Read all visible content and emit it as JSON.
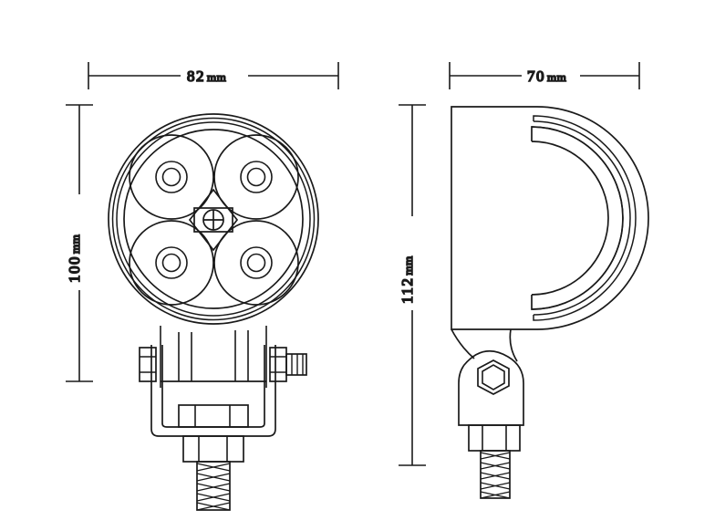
{
  "drawing": {
    "title": "LED work lamp technical drawing",
    "background_color": "#ffffff",
    "line_color": "#1a1a1a",
    "views": [
      {
        "name": "front-view",
        "label": "front view of round 4-LED work lamp",
        "width_dimension": "82mm",
        "height_dimension": "100mm",
        "led_count": 4
      },
      {
        "name": "side-view",
        "label": "side view of round 4-LED work lamp",
        "width_dimension": "70mm",
        "height_dimension": "112mm"
      }
    ]
  },
  "dimensions": {
    "front_width": {
      "value": "82",
      "unit": "mm",
      "text": "82mm"
    },
    "front_height": {
      "value": "100",
      "unit": "mm",
      "text": "100mm"
    },
    "side_width": {
      "value": "70",
      "unit": "mm",
      "text": "70mm"
    },
    "side_height": {
      "value": "112",
      "unit": "mm",
      "text": "112mm"
    }
  },
  "labels": {
    "front_width_num": "82",
    "front_width_unit": "mm",
    "front_height_num": "100",
    "front_height_unit": "mm",
    "side_width_num": "70",
    "side_width_unit": "mm",
    "side_height_num": "112",
    "side_height_unit": "mm"
  },
  "colors": {
    "stroke": "#1a1a1a",
    "background": "#ffffff"
  }
}
